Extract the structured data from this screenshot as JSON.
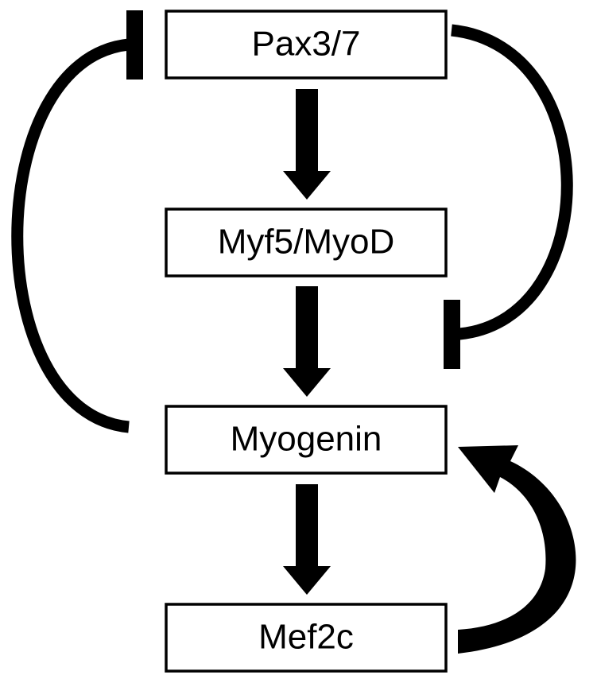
{
  "diagram": {
    "nodes": {
      "pax": "Pax3/7",
      "myf": "Myf5/MyoD",
      "myogenin": "Myogenin",
      "mef": "Mef2c"
    },
    "edges": [
      {
        "from": "Pax3/7",
        "to": "Myf5/MyoD",
        "type": "activation"
      },
      {
        "from": "Myf5/MyoD",
        "to": "Myogenin",
        "type": "activation"
      },
      {
        "from": "Myogenin",
        "to": "Mef2c",
        "type": "activation"
      },
      {
        "from": "Mef2c",
        "to": "Myogenin",
        "type": "activation"
      },
      {
        "from": "Myogenin",
        "to": "Pax3/7",
        "type": "inhibition"
      },
      {
        "from": "Pax3/7",
        "to": "Myogenin",
        "type": "inhibition"
      }
    ],
    "colors": {
      "stroke": "#000000",
      "background": "#ffffff"
    }
  }
}
